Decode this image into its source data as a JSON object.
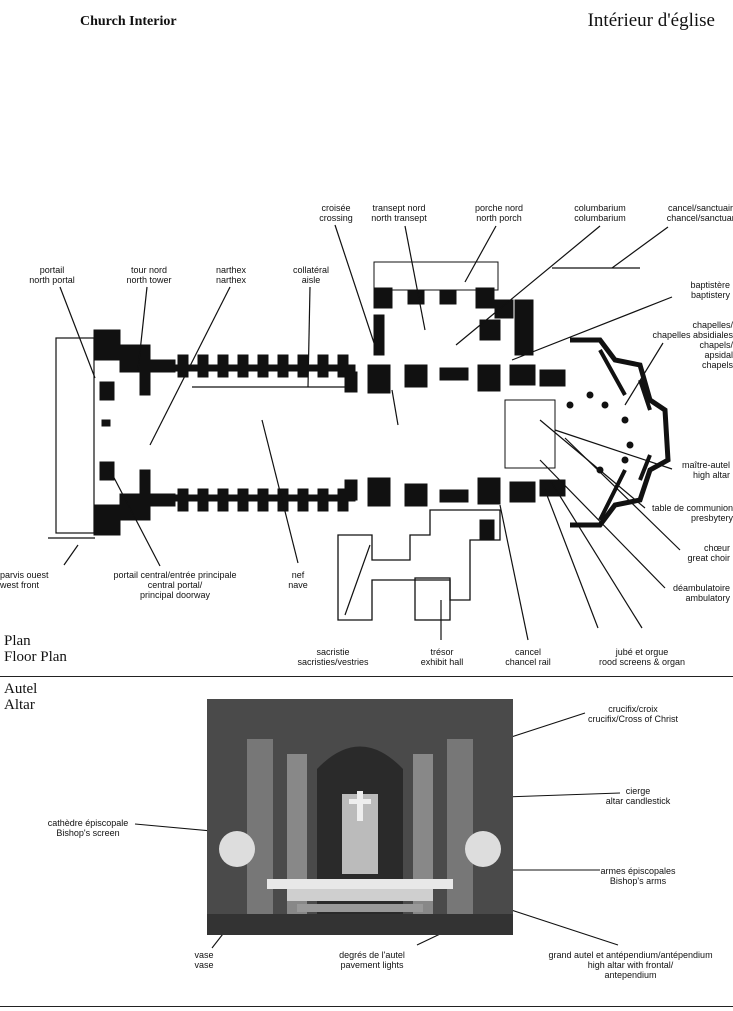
{
  "header": {
    "left": "Church Interior",
    "right": "Intérieur d'église"
  },
  "plan_section": {
    "fr": "Plan",
    "en": "Floor Plan"
  },
  "altar_section": {
    "fr": "Autel",
    "en": "Altar"
  },
  "plan_labels": {
    "croisee": {
      "fr": "croisée",
      "en": "crossing"
    },
    "transept_nord": {
      "fr": "transept nord",
      "en": "north transept"
    },
    "porche_nord": {
      "fr": "porche nord",
      "en": "north porch"
    },
    "columbarium": {
      "fr": "columbarium",
      "en": "columbarium"
    },
    "cancel_sanctuaire": {
      "fr": "cancel/sanctuaire",
      "en": "chancel/sanctuary"
    },
    "portail": {
      "fr": "portail",
      "en": "north portal"
    },
    "tour_nord": {
      "fr": "tour nord",
      "en": "north tower"
    },
    "narthex": {
      "fr": "narthex",
      "en": "narthex"
    },
    "collateral": {
      "fr": "collatéral",
      "en": "aisle"
    },
    "baptistere": {
      "fr": "baptistère",
      "en": "baptistery"
    },
    "chapelles": {
      "l1": "chapelles/",
      "l2": "chapelles absidiales",
      "l3": "chapels/",
      "l4": "apsidal",
      "l5": "chapels"
    },
    "maitre_autel": {
      "fr": "maître-autel",
      "en": "high altar"
    },
    "table_communion": {
      "fr": "table de communion",
      "en": "presbytery"
    },
    "choeur": {
      "fr": "chœur",
      "en": "great choir"
    },
    "deambulatoire": {
      "fr": "déambulatoire",
      "en": "ambulatory"
    },
    "parvis_ouest": {
      "fr": "parvis ouest",
      "en": "west front"
    },
    "portail_central": {
      "fr": "portail central/entrée principale",
      "en1": "central portal/",
      "en2": "principal doorway"
    },
    "nef": {
      "fr": "nef",
      "en": "nave"
    },
    "sacristie": {
      "fr": "sacristie",
      "en": "sacristies/vestries"
    },
    "tresor": {
      "fr": "trésor",
      "en": "exhibit hall"
    },
    "cancel": {
      "fr": "cancel",
      "en": "chancel rail"
    },
    "jube_orgue": {
      "fr": "jubé et orgue",
      "en": "rood screens & organ"
    }
  },
  "altar_labels": {
    "crucifix": {
      "fr": "crucifix/croix",
      "en": "crucifix/Cross of Christ"
    },
    "cierge": {
      "fr": "cierge",
      "en": "altar candlestick"
    },
    "cathedre": {
      "fr": "cathèdre épiscopale",
      "en": "Bishop's screen"
    },
    "armes": {
      "fr": "armes épiscopales",
      "en": "Bishop's arms"
    },
    "vase": {
      "fr": "vase",
      "en": "vase"
    },
    "degres": {
      "fr": "degrés de l'autel",
      "en": "pavement lights"
    },
    "grand_autel": {
      "fr": "grand autel et antépendium/antépendium",
      "en1": "high altar with frontal/",
      "en2": "antependium"
    }
  }
}
